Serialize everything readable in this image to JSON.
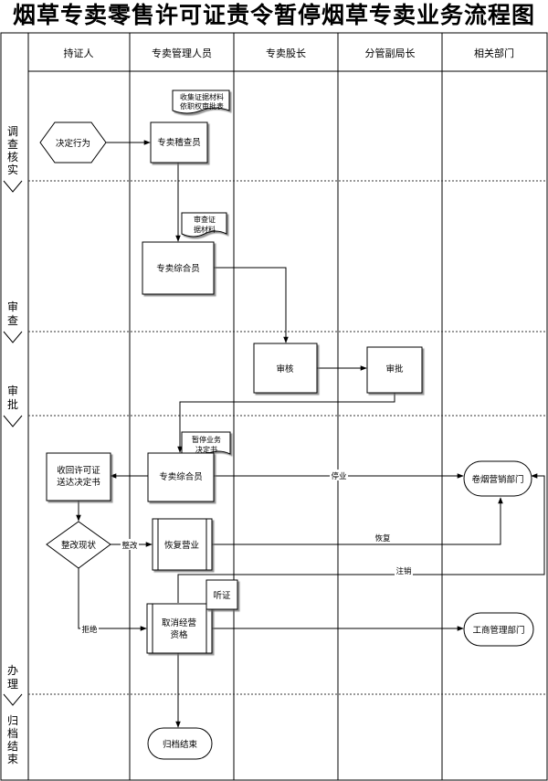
{
  "title": "烟草专卖零售许可证责令暂停烟草专卖业务流程图",
  "lanes": [
    "持证人",
    "专卖管理人员",
    "专卖股长",
    "分管副局长",
    "相关部门"
  ],
  "phases": [
    {
      "id": "investigate",
      "chars": [
        "调",
        "查",
        "核",
        "实"
      ]
    },
    {
      "id": "review",
      "chars": [
        "审",
        "查"
      ]
    },
    {
      "id": "approve",
      "chars": [
        "审",
        "批"
      ]
    },
    {
      "id": "handle",
      "chars": [
        "办",
        "理"
      ]
    },
    {
      "id": "archive",
      "chars": [
        "归",
        "档",
        "结",
        "束"
      ]
    }
  ],
  "nodes": {
    "decide_action": "决定行为",
    "inspector": "专卖稽查员",
    "coordinator1": "专卖综合员",
    "review": "审核",
    "approve": "审批",
    "coordinator2": "专卖综合员",
    "recover_license": [
      "收回许可证",
      "送达决定书"
    ],
    "rectify_status": "整改现状",
    "resume_business": "恢复营业",
    "hearing": "听证",
    "cancel_qualification": [
      "取消经营",
      "资格"
    ],
    "tobacco_marketing_dept": "卷烟营销部门",
    "business_admin_dept": "工商管理部门",
    "archive_end": "归档结束"
  },
  "documents": {
    "evidence_form": [
      "收集证据材料",
      "依职权审批表"
    ],
    "review_evidence": [
      "审查证",
      "据材料"
    ],
    "suspension_decision": [
      "暂停业务",
      "决定书"
    ]
  },
  "edge_labels": {
    "suspend": "停业",
    "rectify": "整改",
    "resume": "恢复",
    "revoke": "注销",
    "refuse": "拒绝"
  }
}
